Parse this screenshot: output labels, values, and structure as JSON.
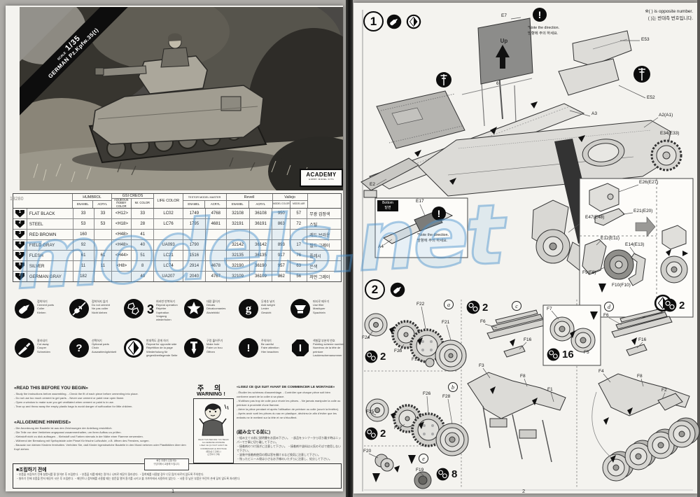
{
  "scan": {
    "watermark_text": "models.net"
  },
  "icons": {
    "exclaim": "!",
    "question": "?",
    "weight_g": "g",
    "paint_i": "I"
  },
  "left_page": {
    "kit_number": "13280",
    "ribbon": {
      "scale_label": "SCALE",
      "scale": "1/35",
      "title": "GERMAN Pz.Kpfw.35(t)"
    },
    "brand": {
      "name": "ACADEMY",
      "tagline": "HOBBY MODEL KITS"
    },
    "paint_table": {
      "headers": {
        "humbrol": "HUMBROL",
        "gsi": "GSI CREOS",
        "life": "LIFE COLOR",
        "testor": "TESTOR MODEL MASTER",
        "revell": "Revell",
        "vallejo": "Vallejo",
        "enamel": "ENAMEL",
        "acryl": "ACRYL",
        "aqueous": "AQUEOUS HOBBY COLOR",
        "mr_color": "Mr. COLOR",
        "model_color": "MODEL COLOR",
        "model_air": "MODEL AIR"
      },
      "rows": [
        {
          "num": "1",
          "name": "FLAT BLACK",
          "values": [
            "33",
            "33",
            "<H12>",
            "33",
            "LC02",
            "1749",
            "4768",
            "32108",
            "36108",
            "950",
            "57"
          ],
          "korean": "무광 검정색"
        },
        {
          "num": "2",
          "name": "STEEL",
          "values": [
            "53",
            "53",
            "<H18>",
            "28",
            "LC76",
            "1795",
            "4681",
            "32191",
            "36191",
            "863",
            "72"
          ],
          "korean": "스틸"
        },
        {
          "num": "3",
          "name": "RED BROWN",
          "values": [
            "160",
            "",
            "<H48>",
            "41",
            "",
            "",
            "",
            "",
            "",
            "",
            ""
          ],
          "korean": "레드 브라운"
        },
        {
          "num": "4",
          "name": "FIELD GRAY",
          "values": [
            "92",
            "",
            "<H48>",
            "40",
            "UA093",
            "1790",
            "",
            "32142",
            "36142",
            "893",
            "17"
          ],
          "korean": "필드 그레이"
        },
        {
          "num": "5",
          "name": "FLESH",
          "values": [
            "61",
            "61",
            "<H44>",
            "51",
            "LC21",
            "1516",
            "",
            "32135",
            "36135",
            "917",
            "76"
          ],
          "korean": "플레시"
        },
        {
          "num": "6",
          "name": "SILVER",
          "values": [
            "11",
            "11",
            "<H8>",
            "8",
            "LC74",
            "2914",
            "4678",
            "32190",
            "36190",
            "957",
            "63"
          ],
          "korean": "은색"
        },
        {
          "num": "7",
          "name": "GERMAN GRAY",
          "values": [
            "182",
            "",
            "",
            "40",
            "UA207",
            "2040",
            "4767",
            "32109",
            "36109",
            "862",
            "56"
          ],
          "korean": "저먼 그레이"
        }
      ]
    },
    "symbols": [
      {
        "name": "cement-parts",
        "label": "접착하기\nCement parts\nColler\nKleben"
      },
      {
        "name": "do-not-cement",
        "label": "접착하지 않기\nDo not cement\nNe pas coller\nNicht kleben"
      },
      {
        "name": "repeat-operation",
        "count": "3",
        "label": "여러번 반복하기\nRepeat operation\nRépéter l'opération\nVorgang wiederholen"
      },
      {
        "name": "decals",
        "label": "데칼 붙이기\nDecals\nDécalcomanies\nAbziehbild"
      },
      {
        "name": "add-weight",
        "glyph": "g",
        "label": "무게추 넣기\nAdd weight\nLester\nGewicht"
      },
      {
        "name": "use-filler",
        "label": "퍼티로 메우기\nUse filler\nMastiquer\nSpachteln"
      },
      {
        "name": "cut-away",
        "label": "잘라내기\nCut away\nCouper\nSchneiden"
      },
      {
        "name": "optional-parts",
        "glyph": "?",
        "label": "선택하기\nOptional parts\nChoix\nAuswahlmöglichkeit"
      },
      {
        "name": "repeat-opposite-side",
        "label": "반대쪽도 같게 하기\nRepeat for opposite side\nRépétition de la page\nWiederholung für gegenüberliegende Seite"
      },
      {
        "name": "make-hole",
        "label": "구멍 뚫어주기\nMake hole\nFaire un trou\nÖffnen"
      },
      {
        "name": "be-careful",
        "glyph": "!",
        "label": "주의하기\nBe careful\nFaire attention\nHier beachten"
      },
      {
        "name": "painting-number",
        "glyph": "I",
        "label": "색칠할 부분의 번호\nPainting scheme number\nNuméros de la tête de peinture\nLackierschemanummer"
      }
    ],
    "warnings": {
      "english_title": "«READ THIS BEFORE YOU BEGIN»",
      "english_lines": "- Study the instructions before assembling.   - Check the fit of each piece before cementing into place.\n- Do not use too much cement to get parts.   - Never use cement or paint near open flame.\n- Open a window to make sure you get ventilated when cement or paint is in use.\n- Tear up and throw away the empty plastic bags to avoid danger of suffocation for little children.",
      "german_title": "«ALLGEMEINE HINWEISE»",
      "german_lines": "- Die Anordnung der Bauteile ist aus den Zeichnungen der Anleitung ersichtlich.\n- Die Teile vor dem Verkleben angepasst zusammenhalten, um ihren Aufbau zu prüfen.\n- Klebstoff nicht zu dick auftragen.   - Klebstoff und Farben niemals in der Nähe einer Flamme verwenden.\n- Während der Bemalung mit Spritzpistole oder Pinsel für frische Luftzufuhr, z.B. öffnen des Fensters, sorgen.\n- Bausatz von kleinen Kindern fernhalten. Verhüten Sie, daß Kinder irgendwelche Bauteile in den Mund nehmen oder Plastiktüten über den Kopf ziehen.",
      "warning_korean": "주 의",
      "warning_title": "WARNING !",
      "warning_box_lines": "READ THIS BEFORE YOU BEGIN\nALLGEMEINE HINWEISE\nLISEZ CE QUI SUIT AVANT DE\nCOMMENCER LE MONTAGE\n(組み立てる前に)\n(조립하기 전에)",
      "french_title": "«LISEZ CE QUI SUIT AVANT DE COMMENCER LE MONTAGE»",
      "french_lines": "- Étudier les schémas d'assemblage.   - Contrôler que chaque pièce soit bien conforme avant de la coller à sa place.\n- N'utilisez pas trop de colle pour réunir les pièces.   - Ne jamais manipuler la colle ou peinture à proximité d'une flamme.\n- Aérer la pièce pendant et après l'utilisation de peinture ou colle (ouvrir la fenêtre).\n- Après avoir sorti les pièces du sac en plastique, déchirez-le afin d'éviter que les enfants ne le mettent sur la tête et ne s'étouffent.",
      "japanese_title": "(組み立てる前に)",
      "japanese_lines": "・組み立てる前に説明書をお読み下さい。 ・部品をランナーから切り離す時はニッパーで丁寧に切り離して下さい。\n・接着剤のつけ過ぎに注意して下さい。 ・接着剤や塗料は火気のそばで使用しないで下さい。\n・塗装や接着剤使用の際は窓を開けるなど換気に注意して下さい。\n・残ったビニール袋は小さなお子様のいたずらに注意し、処分して下さい。",
      "korean_title": "■조립하기 전에",
      "korean_lines": "・부품을 조립하기 전에 설명서를 잘 읽어본 후 조립한다.  ・부품을 자를 때에는 칼이나 니퍼로 깨끗이 잘라낸다.  ・접착제를 사용할 경우 너무 많이 바르지 않도록 주의한다.\n・칠하기 전에 부품을 먼저 깨끗이 씻은 후 조립한다.  ・페인트나 접착제를 사용할 때는 창문을 열어 환기를 시키고 불 가까이에서 사용하지 않는다.  ・사용 후 남은 부품은 어린이 손에 닿지 않도록 처리한다.",
      "exchange_note": "빠진 부품이 있을 때는\n구입처에서 교환해 드립니다."
    },
    "page_number": "1"
  },
  "right_page": {
    "note": "※( ) is opposite number.\n( )는 반대측 번호입니다.",
    "step1": {
      "number": "1",
      "up_label": "Up",
      "direction_note": "*Note the direction.\n방향에 주의 하세요.",
      "bottom_tag": "Bottom\n밑면",
      "labels": {
        "e7": "E7",
        "e53": "E53",
        "e52": "E52",
        "a3": "A3",
        "a2": "A2(A1)",
        "e34": "E34(E33)",
        "e2": "E2",
        "rod": "6",
        "e17": "E17",
        "a4": "A4",
        "e47": "E47(E48)",
        "e26": "E26(E27)",
        "e21": "E21(E20)",
        "e12": "E12(E11)",
        "e14": "E14(E13)",
        "f9": "F9(F8)",
        "f10": "F10(F10)"
      }
    },
    "step2": {
      "number": "2",
      "sections": {
        "a": "a",
        "b": "b",
        "c": "c",
        "d": "d",
        "e": "e"
      },
      "quantities": {
        "a": "2",
        "b": "2",
        "c": "2",
        "d": "2",
        "e": "8",
        "wheels": "16"
      },
      "labels": {
        "f22": "F22",
        "f21": "F21",
        "f24": "F24",
        "f23": "F23",
        "f12": "F12",
        "f26": "F26",
        "f28": "F28",
        "f25": "F25",
        "f27": "F27",
        "f20": "F20",
        "f19": "F19",
        "f6c": "F6",
        "f16c": "F16",
        "f3": "F3",
        "f8c": "F8",
        "f1": "F1",
        "f7": "F7",
        "f5": "F5",
        "f6d": "F6",
        "f16d": "F16",
        "f4": "F4",
        "f8d": "F8",
        "f2": "F2"
      }
    },
    "page_number": "2"
  }
}
